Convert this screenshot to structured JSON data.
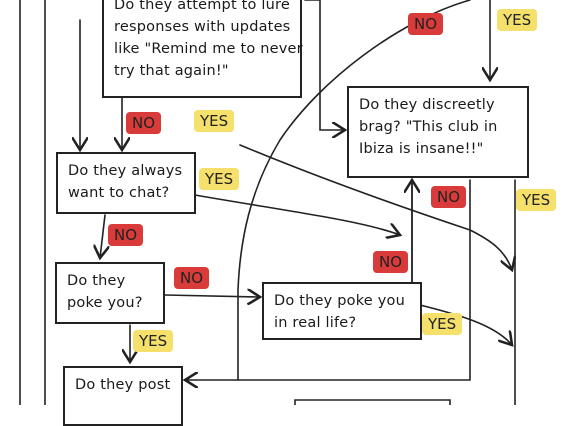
{
  "boxes": {
    "lure": [
      "Do they attempt to lure",
      "responses with updates",
      "like \"Remind me to never",
      "try that again!\""
    ],
    "brag": [
      "Do they discreetly",
      "brag? \"This club in",
      "Ibiza is insane!!\""
    ],
    "chat": [
      "Do they always",
      "want to chat?"
    ],
    "poke": [
      "Do they",
      "poke you?"
    ],
    "poke_real": [
      "Do they poke you",
      "in real life?"
    ],
    "post": [
      "Do they post"
    ]
  },
  "tags": {
    "no_top": "NO",
    "yes_top_right": "YES",
    "no_under_lure": "NO",
    "yes_beside_lure": "YES",
    "yes_chat": "YES",
    "no_brag": "NO",
    "yes_right": "YES",
    "no_under_chat": "NO",
    "no_poke": "NO",
    "no_poke_real": "NO",
    "yes_poke_real": "YES",
    "yes_under_poke": "YES"
  },
  "colors": {
    "yes": "#f4e06a",
    "no": "#d93a3a",
    "line": "#222222"
  }
}
